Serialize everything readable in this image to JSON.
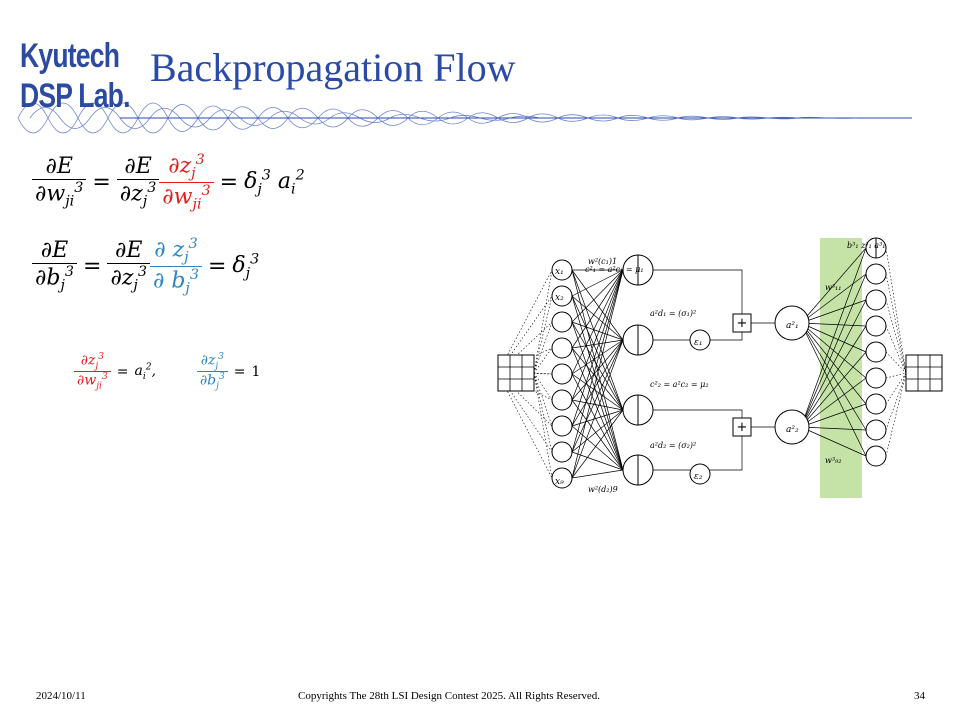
{
  "logo": {
    "line1": "Kyutech",
    "line2": "DSP Lab."
  },
  "title": "Backpropagation Flow",
  "colors": {
    "title": "#2a4aa8",
    "logo": "#2b4aa0",
    "red": "#e0201c",
    "blue": "#2a86c8",
    "highlight": "#c5e3a6"
  },
  "equations": {
    "eq1_lhs_num": "∂E",
    "eq1_lhs_den": "∂w",
    "eq1_rhs1_num": "∂E",
    "eq1_rhs1_den": "∂z",
    "eq1_rhs2_num": "∂z",
    "eq1_rhs2_den": "∂w",
    "eq1_result": "δ",
    "eq2_lhs_num": "∂E",
    "eq2_lhs_den": "∂b",
    "eq2_rhs1_num": "∂E",
    "eq2_rhs1_den": "∂z",
    "eq2_rhs2_num": "∂ z",
    "eq2_rhs2_den": "∂ b",
    "eq2_result": "δ",
    "small_left_result": "a",
    "small_right_result": "1"
  },
  "diagram": {
    "inputs": [
      "x₁",
      "x₂",
      "x₉"
    ],
    "c_label": "c²₁ = a²c₁ = μ₁",
    "d_label": "a²d₁ = (σ₁)²",
    "c2_label": "c²₂ = a²c₂ = μ₂",
    "d2_label": "a²d₂ = (σ₂)²",
    "eps1": "ε₁",
    "eps2": "ε₂",
    "a1": "a²₁",
    "a2": "a²₂",
    "plus": "+",
    "w_top": "w²(c₁)1",
    "w_bottom": "w²(d₂)9",
    "w11": "w³₁₁",
    "w92": "w³₉₂",
    "top_out": "b³₁ z³₁ a³₁"
  },
  "footer": {
    "date": "2024/10/11",
    "copyright": "Copyrights The 28th LSI Design Contest 2025.  All Rights Reserved.",
    "page": "34"
  }
}
